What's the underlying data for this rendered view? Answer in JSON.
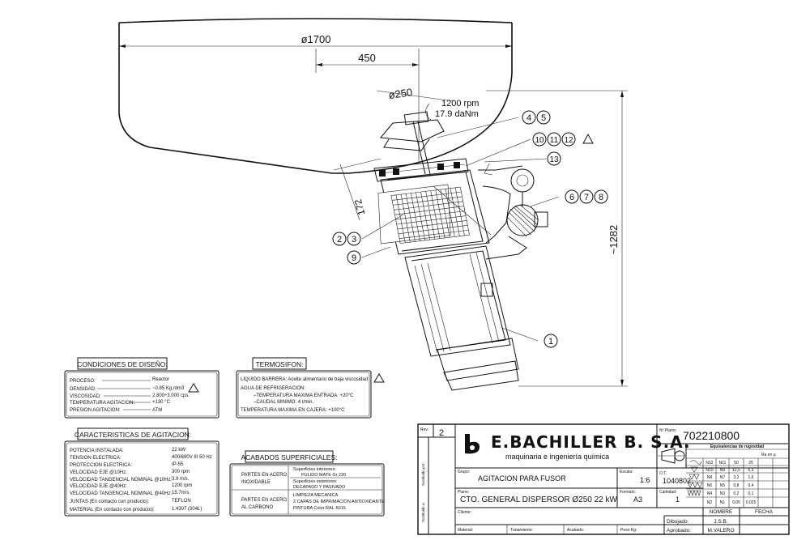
{
  "drawing": {
    "dims": {
      "diameter_vessel": "ø1700",
      "offset": "450",
      "diameter_disk": "ø250",
      "speed": "1200 rpm",
      "torque": "17.9 daNm",
      "height_short": "172",
      "height_total": "~1282"
    },
    "balloons": [
      "4",
      "5",
      "10",
      "11",
      "12",
      "13",
      "6",
      "7",
      "8",
      "2",
      "3",
      "9",
      "1"
    ]
  },
  "design_conditions": {
    "title": "CONDICIONES DE DISEÑO:",
    "rows": [
      {
        "label": "PROCESO:",
        "value": "Reactor"
      },
      {
        "label": "DENSIDAD:",
        "value": "~0.85 Kg./dm3"
      },
      {
        "label": "VISCOSIDAD:",
        "value": "2.800÷3.000 cps."
      },
      {
        "label": "TEMPERATURA AGITACION:",
        "value": "+130 °C"
      },
      {
        "label": "PRESION AGITACION:",
        "value": "ATM"
      }
    ]
  },
  "thermosiphon": {
    "title": "TERMOSIFON:",
    "lines": [
      "LIQUIDO BARRERA: Aceite alimentario de baja viscosidad",
      "AGUA DE REFRIGERACION:",
      "–TEMPERATURA MAXIMA ENTRADA: +20°C",
      "–CAUDAL MINIMO: 4 l/min.",
      "TEMPERATURA MAXIMA EN CAJERA: +100°C"
    ]
  },
  "agitation": {
    "title": "CARACTERISTICAS DE AGITACION:",
    "rows": [
      {
        "label": "POTENCIA INSTALADA:",
        "value": "22 kW"
      },
      {
        "label": "TENSION ELECTRICA:",
        "value": "400/690V III 50 Hz"
      },
      {
        "label": "PROTECCION ELECTRICA:",
        "value": "IP-55"
      },
      {
        "label": "VELOCIDAD EJE @10Hz:",
        "value": "300 rpm"
      },
      {
        "label": "VELOCIDAD TANGENCIAL NOMINAL @10Hz:",
        "value": "3.9 m/s."
      },
      {
        "label": "VELOCIDAD EJE @40Hz:",
        "value": "1200 rpm"
      },
      {
        "label": "VELOCIDAD TANGENCIAL NOMINAL @40Hz:",
        "value": "15.7m/s."
      },
      {
        "label": "JUNTAS (En contacto con producto):",
        "value": "TEFLON"
      },
      {
        "label": "MATERIAL (En contacto con producto):",
        "value": "1.4307 (304L)"
      }
    ]
  },
  "finishes": {
    "title": "ACABADOS SUPERFICIALES:",
    "rows": [
      {
        "label1": "PARTES EN ACERO",
        "label2": "INOXIDABLE",
        "lines": [
          "Superficies interiores:",
          "PULIDO MATE Gr 220",
          "Superficies exteriores:",
          "DECAPADO Y PASIVADO"
        ]
      },
      {
        "label1": "PARTES EN ACERO",
        "label2": "AL CARBONO",
        "lines": [
          "LIMPIEZA MECANICA",
          "2 CAPAS DE IMPRIMACION ANTIOXIDANTE",
          "PINTURA Color RAL-5015"
        ]
      }
    ]
  },
  "title_block": {
    "rev_label": "Rev:",
    "rev": "2",
    "company": "E.BACHILLER B. S.A.",
    "tagline": "maquinaria e ingeniería química",
    "plano_label": "Nº Plano:",
    "plano": "702210800",
    "grupo_label": "Grupo:",
    "grupo": "AGITACION PARA FUSOR",
    "escala_label": "Escala:",
    "escala": "1:6",
    "ot_label": "O.T.",
    "ot": "1040802",
    "plano_desc_label": "Plano:",
    "plano_desc": "CTO. GENERAL DISPERSOR Ø250 22 kW",
    "formato_label": "Formato:",
    "formato": "A3",
    "cantidad_label": "Cantidad:",
    "cantidad": "1",
    "cliente_label": "Cliente:",
    "material_label": "Material:",
    "tratamiento_label": "Tratamiento:",
    "acabado_label": "Acabado:",
    "peso_label": "Peso Kg:",
    "nombre_label": "NOMBRE",
    "fecha_label": "FECHA",
    "dibujado_label": "Dibujado:",
    "dibujado": "J.S.B.",
    "aprobado_label": "Aprobado:",
    "aprobado": "M.VALERO",
    "sustituido_label": "Sustituido a:",
    "sustituido_por_label": "Sustituido por:",
    "roughness_title": "Equivalencias de rugosidad",
    "roughness_units": "Ra en µ",
    "roughness": [
      [
        "N12",
        "N11",
        "50",
        "25"
      ],
      [
        "N10",
        "N9",
        "12,5",
        "6,3"
      ],
      [
        "N8",
        "N7",
        "3,2",
        "1,6"
      ],
      [
        "N6",
        "N5",
        "0,8",
        "0,4"
      ],
      [
        "N4",
        "N3",
        "0,2",
        "0,1"
      ],
      [
        "N2",
        "N1",
        "0,05",
        "0,025"
      ]
    ]
  }
}
